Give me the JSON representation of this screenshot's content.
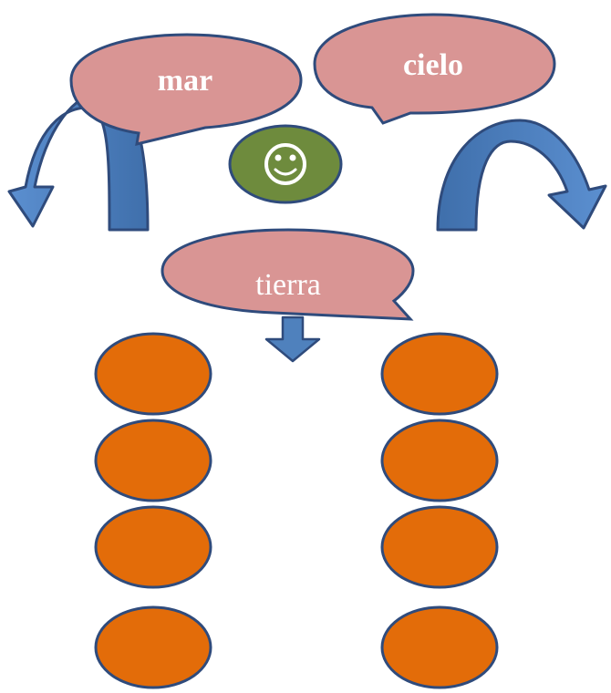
{
  "bubbles": {
    "mar": "mar",
    "cielo": "cielo",
    "tierra": "tierra"
  },
  "face_icon": "smiley-face-icon",
  "colors": {
    "bubble_fill": "#d99594",
    "bubble_stroke": "#2f4b7c",
    "arrow_fill": "#4f81bd",
    "arrow_dark": "#365f91",
    "face_fill": "#6e8b3d",
    "dot_fill": "#e36c09"
  },
  "dot_columns": [
    [
      "",
      "",
      "",
      ""
    ],
    [
      "",
      "",
      "",
      ""
    ]
  ]
}
